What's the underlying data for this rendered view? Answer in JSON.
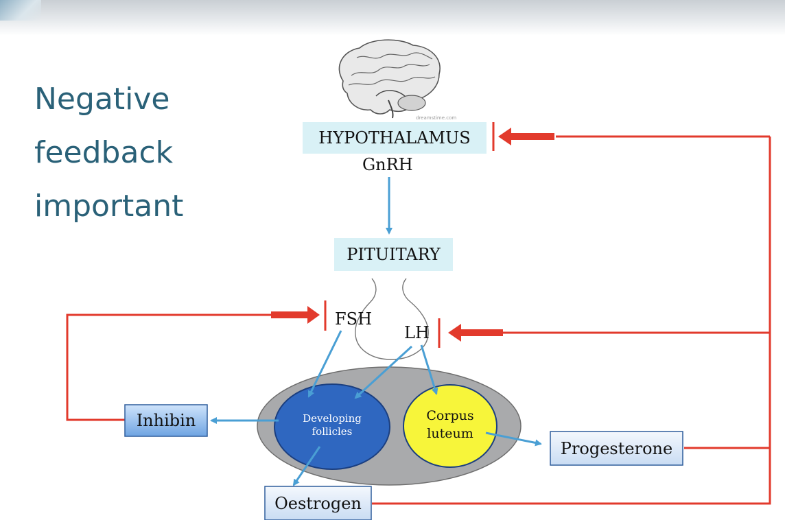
{
  "slide": {
    "title_lines": [
      "Negative",
      "feedback",
      "important"
    ]
  },
  "diagram": {
    "hypothalamus": "HYPOTHALAMUS",
    "gnrh": "GnRH",
    "pituitary": "PITUITARY",
    "fsh": "FSH",
    "lh": "LH",
    "developing_follicles_line1": "Developing",
    "developing_follicles_line2": "follicles",
    "corpus_luteum_line1": "Corpus",
    "corpus_luteum_line2": "luteum",
    "inhibin": "Inhibin",
    "progesterone": "Progesterone",
    "oestrogen": "Oestrogen",
    "brain_caption": "dreamstime.com"
  },
  "colors": {
    "title": "#2a6178",
    "arrow_blue": "#4a9fd4",
    "feedback_red": "#e23a2c",
    "label_bg": "#d9f1f6",
    "follicles": "#2f67c0",
    "corpus_luteum": "#f7f53a",
    "ovary": "#a9aaac"
  }
}
